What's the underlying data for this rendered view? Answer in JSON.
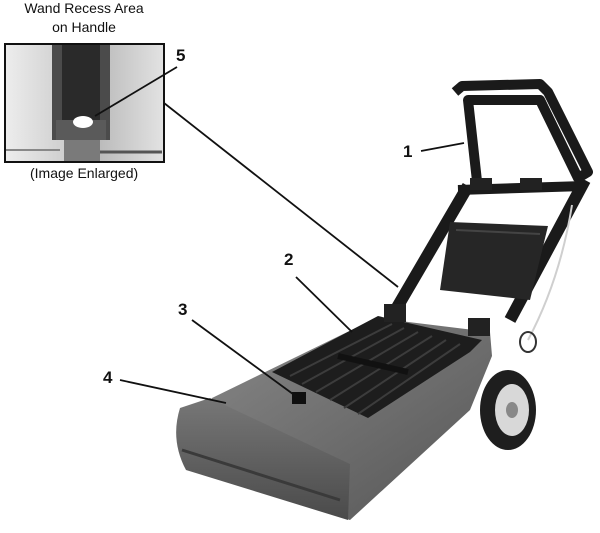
{
  "inset": {
    "title_line1": "Wand Recess Area",
    "title_line2": "on Handle",
    "caption": "(Image Enlarged)"
  },
  "callouts": [
    {
      "number": "1",
      "part": "handle"
    },
    {
      "number": "2",
      "part": "wand-recess-cover"
    },
    {
      "number": "3",
      "part": "latch"
    },
    {
      "number": "4",
      "part": "front-nozzle"
    },
    {
      "number": "5",
      "part": "wand-recess-on-handle"
    }
  ],
  "colors": {
    "body_gray": "#6e6e6e",
    "dark_plastic": "#1c1c1c",
    "line": "#111111",
    "bag_cloth": "#2a2a2a"
  }
}
